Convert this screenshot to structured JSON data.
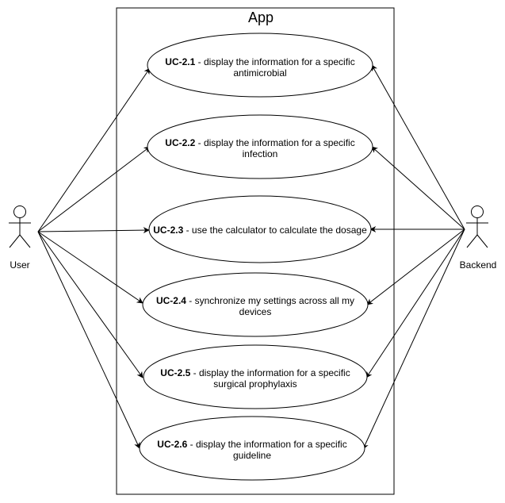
{
  "system": {
    "title": "App"
  },
  "actors": {
    "left": {
      "name": "User"
    },
    "right": {
      "name": "Backend"
    }
  },
  "use_cases": [
    {
      "id": "UC-2.1",
      "line1": " - display the information for a specific",
      "line2": "antimicrobial"
    },
    {
      "id": "UC-2.2",
      "line1": " - display the information for a specific",
      "line2": "infection"
    },
    {
      "id": "UC-2.3",
      "line1": " - use the calculator to calculate the dosage",
      "line2": ""
    },
    {
      "id": "UC-2.4",
      "line1": " - synchronize my settings across all my",
      "line2": "devices"
    },
    {
      "id": "UC-2.5",
      "line1": " - display the information for a specific",
      "line2": "surgical prophylaxis"
    },
    {
      "id": "UC-2.6",
      "line1": " - display the information for a specific",
      "line2": "guideline"
    }
  ],
  "colors": {
    "stroke": "#000000",
    "fill": "#ffffff"
  }
}
